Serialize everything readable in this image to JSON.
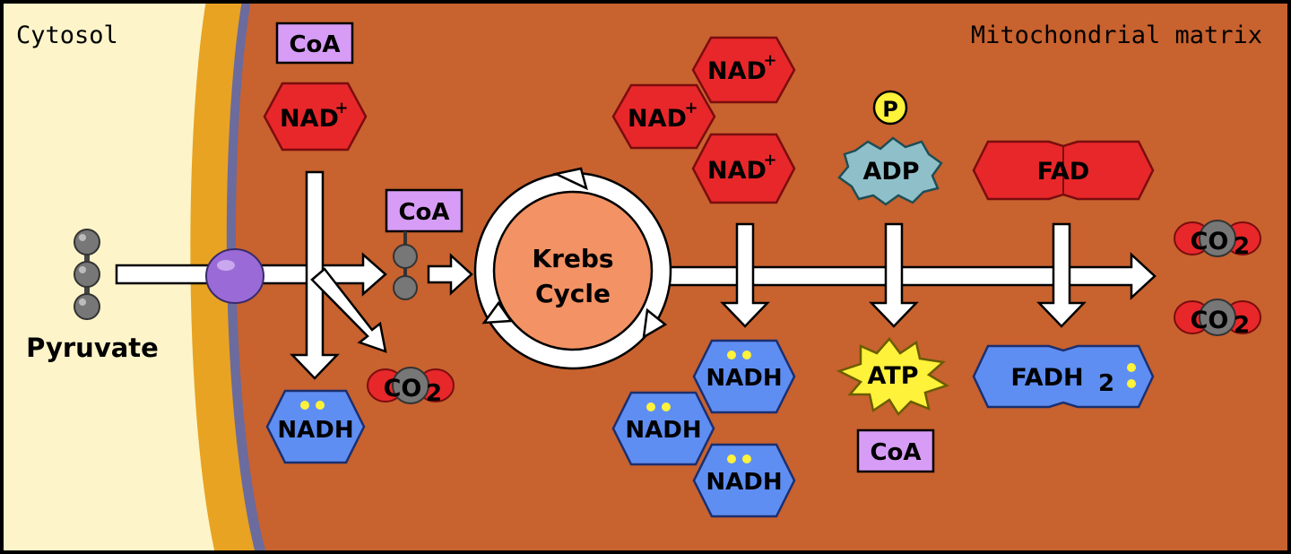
{
  "regions": {
    "cytosol": "Cytosol",
    "matrix": "Mitochondrial matrix"
  },
  "pyruvate": {
    "label": "Pyruvate"
  },
  "krebs": {
    "line1": "Krebs",
    "line2": "Cycle"
  },
  "step1": {
    "coa_in": "CoA",
    "nad_in": "NAD",
    "nad_sup": "+",
    "nadh_out": "NADH",
    "co2_out": "CO",
    "co2_sub": "2",
    "coa_carrier": "CoA"
  },
  "cycle": {
    "nad_in_1": "NAD",
    "nad_sup_1": "+",
    "nad_in_2": "NAD",
    "nad_sup_2": "+",
    "nad_in_3": "NAD",
    "nad_sup_3": "+",
    "nadh_out_1": "NADH",
    "nadh_out_2": "NADH",
    "nadh_out_3": "NADH",
    "phosphate": "P",
    "adp": "ADP",
    "atp": "ATP",
    "coa_out": "CoA",
    "fad": "FAD",
    "fadh": "FADH",
    "fadh_sub": "2",
    "co2_a": "CO",
    "co2_a_sub": "2",
    "co2_b": "CO",
    "co2_b_sub": "2"
  },
  "colors": {
    "cytosol": "#fdf5c9",
    "membrane_outer": "#e8a322",
    "membrane_inner": "#6b6b9e",
    "matrix": "#c8622f",
    "nad": "#e8272b",
    "nadh": "#5f8ef2",
    "coa": "#d79df6",
    "adp": "#8fc0c9",
    "atp": "#fff23a",
    "krebs": "#f39264",
    "transporter": "#9a6bd6"
  }
}
